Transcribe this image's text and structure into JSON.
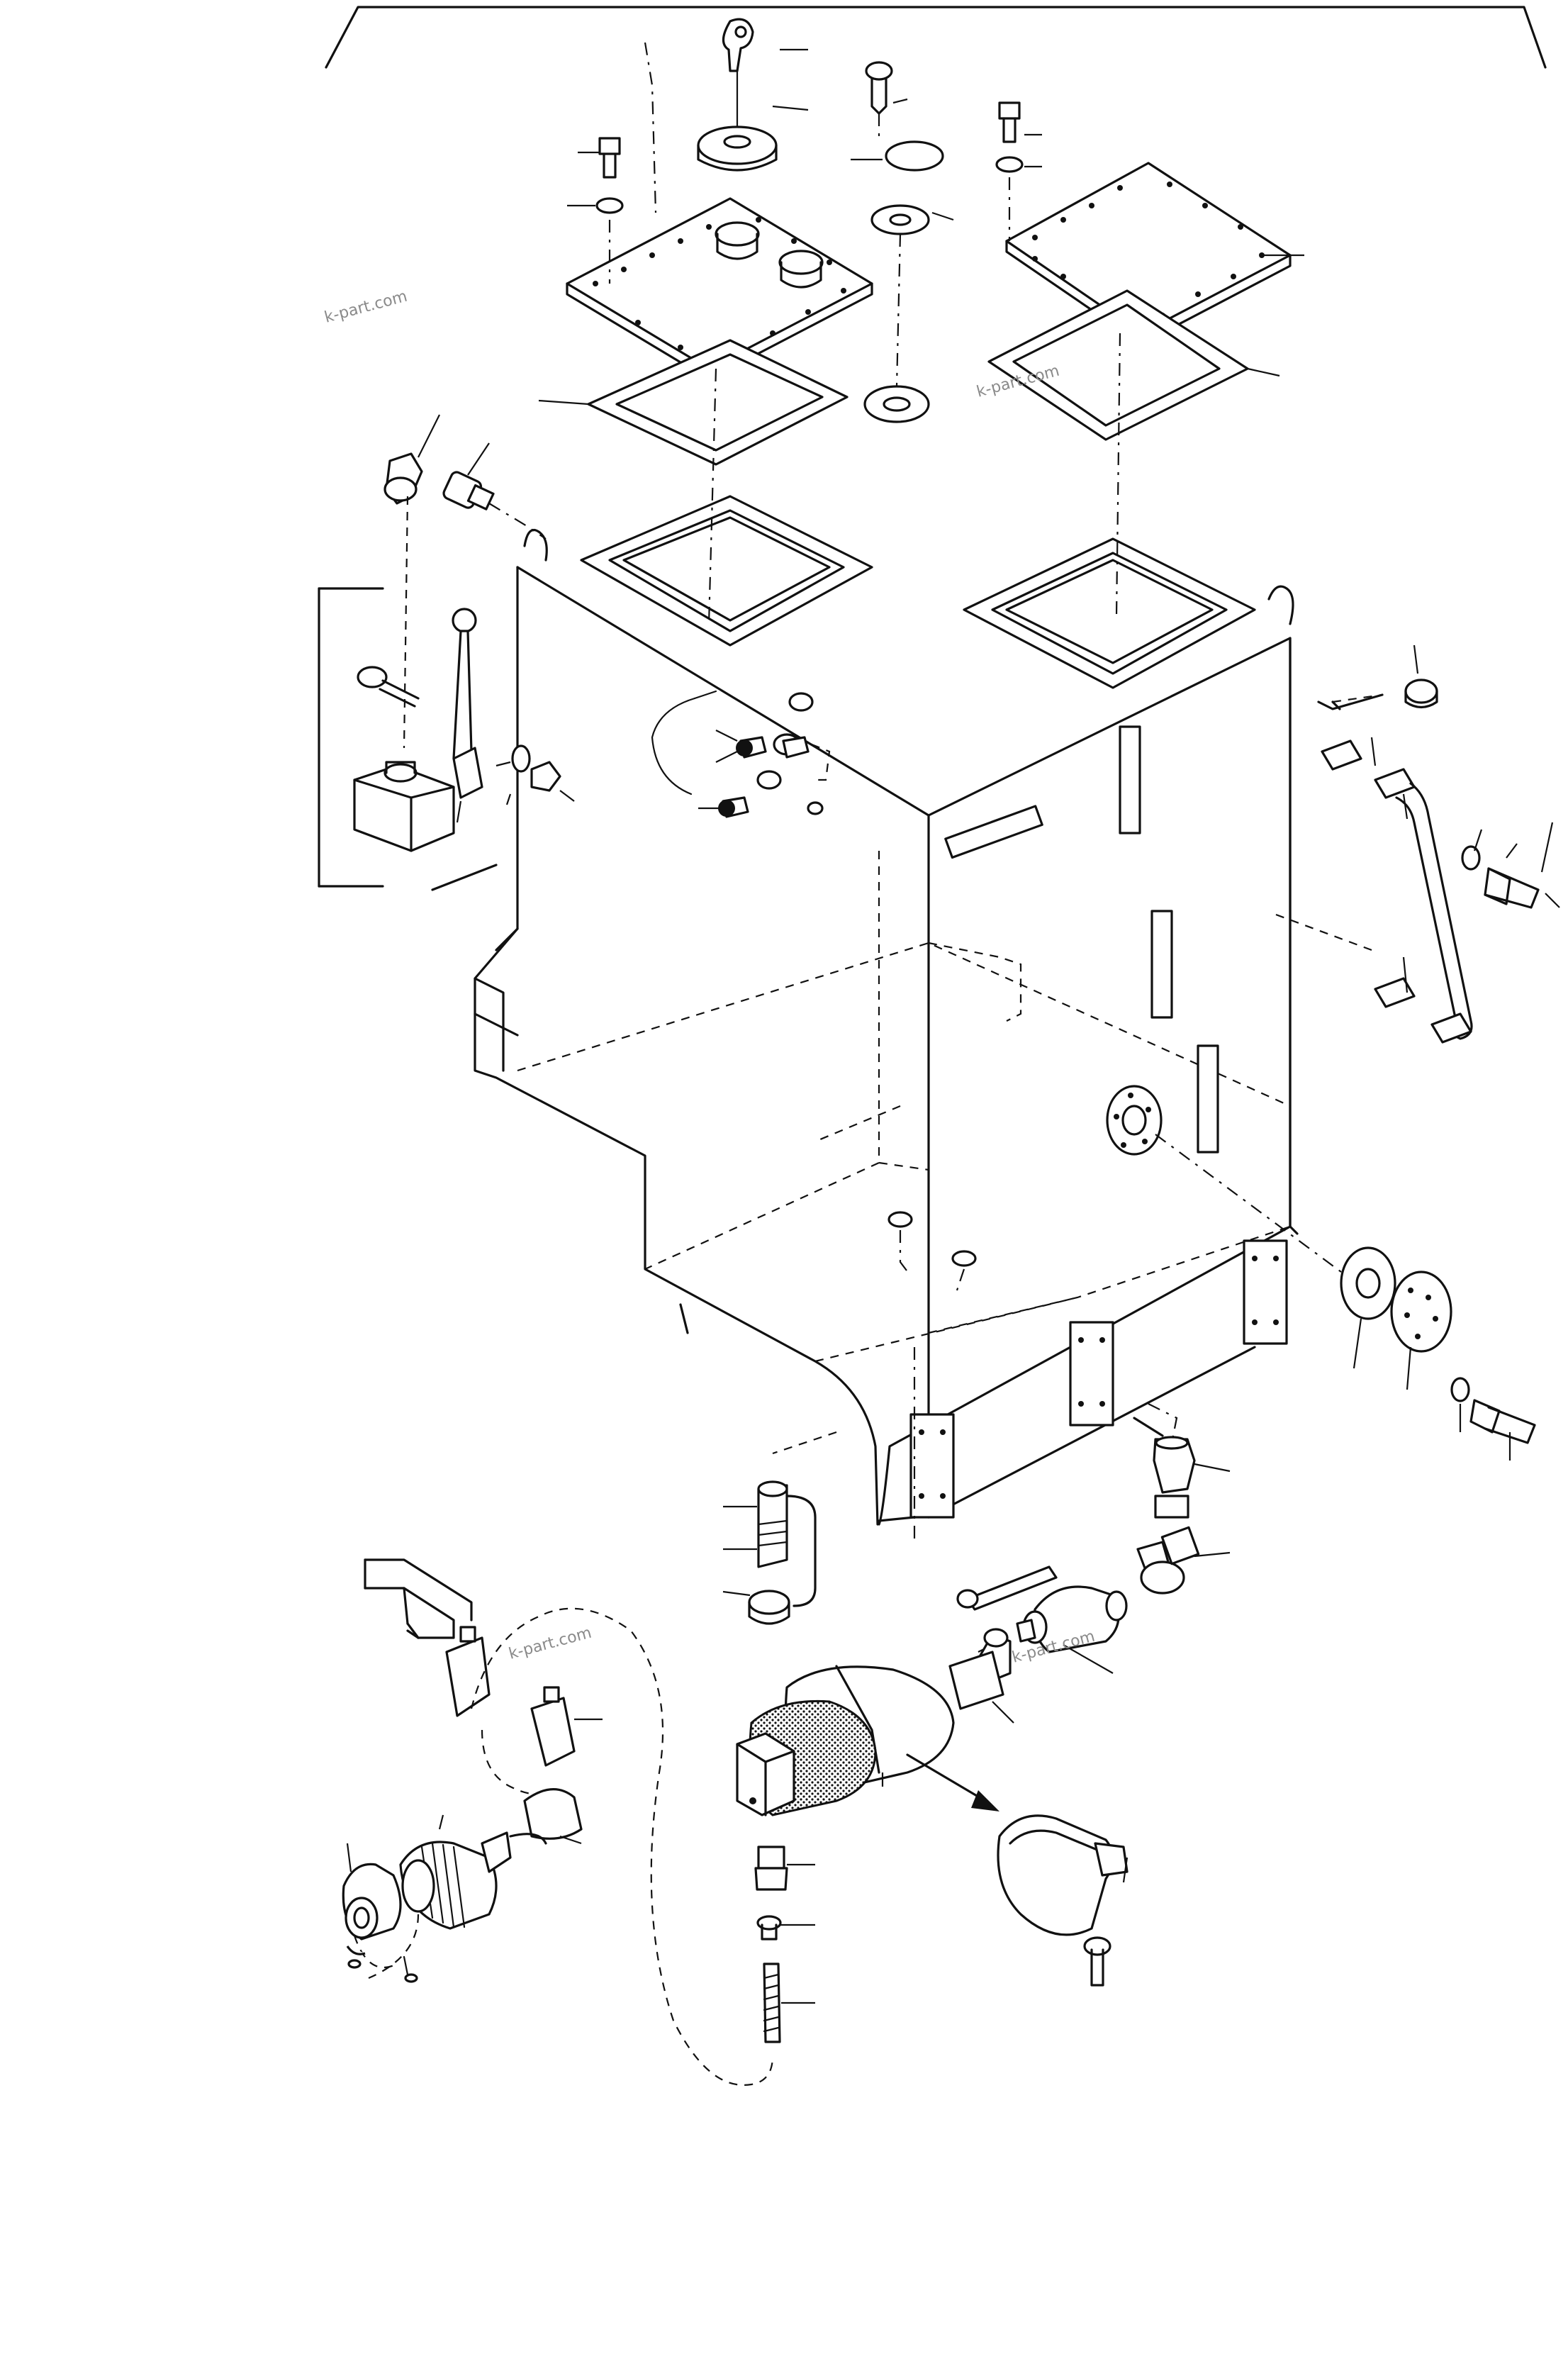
{
  "watermarks": [
    {
      "text": "k-part.com"
    },
    {
      "text": "k-part.com"
    },
    {
      "text": "k-part.com"
    },
    {
      "text": "k-part.com"
    }
  ]
}
